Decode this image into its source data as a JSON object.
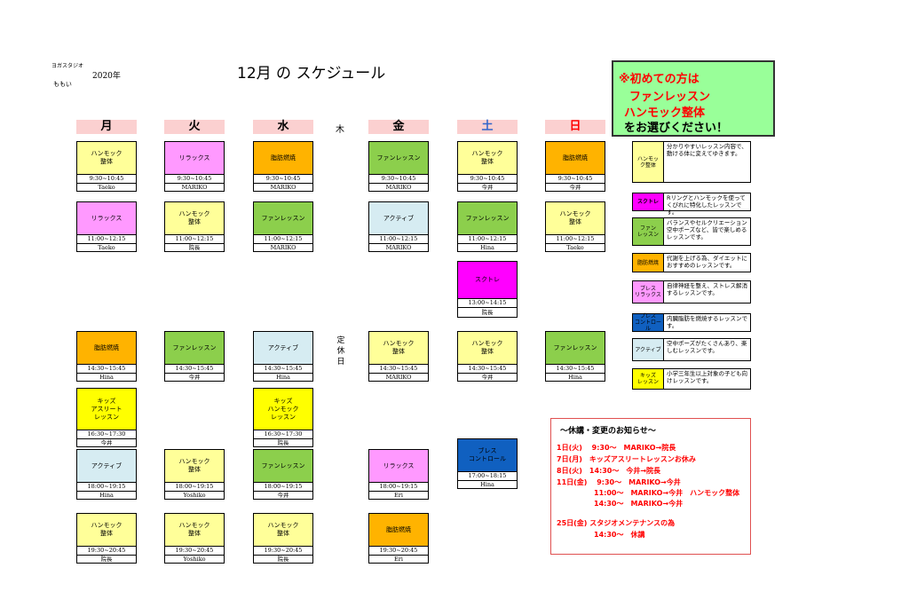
{
  "header": {
    "studio": "ヨガスタジオ",
    "owner": "ももい",
    "year": "2020年",
    "title": "12月 の スケジュール"
  },
  "notice": {
    "mark": "※",
    "line1": "初めての方は",
    "line2": "ファンレッスン",
    "line3": "ハンモック整体",
    "line4": "をお選びください！"
  },
  "days": [
    "月",
    "火",
    "水",
    "木",
    "金",
    "土",
    "日"
  ],
  "closed_label": "定休日",
  "colors": {
    "yellow": "#ffff99",
    "pink": "#ff99ff",
    "orange": "#ffb300",
    "green": "#8ccf4c",
    "lightblue": "#d6ecf2",
    "magenta": "#ff00ff",
    "blue": "#1060c0",
    "brightyellow": "#ffff00"
  },
  "schedule": [
    {
      "c": "ハンモック\n整体",
      "t": "9:30~10:45",
      "i": "Taeko"
    },
    {
      "c": "リラックス",
      "t": "9:30~10:45",
      "i": "MARIKO"
    },
    {
      "c": "脂肪燃焼",
      "t": "9:30~10:45",
      "i": "MARIKO"
    },
    {
      "c": "ファンレッスン",
      "t": "9:30~10:45",
      "i": "MARIKO"
    },
    {
      "c": "ハンモック\n整体",
      "t": "9:30~10:45",
      "i": "今井"
    },
    {
      "c": "脂肪燃焼",
      "t": "9:30~10:45",
      "i": "今井"
    },
    {
      "c": "リラックス",
      "t": "11:00~12:15",
      "i": "Taeko"
    },
    {
      "c": "ハンモック\n整体",
      "t": "11:00~12:15",
      "i": "院長"
    },
    {
      "c": "ファンレッスン",
      "t": "11:00~12:15",
      "i": "MARIKO"
    },
    {
      "c": "アクティブ",
      "t": "11:00~12:15",
      "i": "MARIKO"
    },
    {
      "c": "ファンレッスン",
      "t": "11:00~12:15",
      "i": "Hina"
    },
    {
      "c": "ハンモック\n整体",
      "t": "11:00~12:15",
      "i": "Taeko"
    },
    {
      "c": "スクトレ",
      "t": "13:00~14:15",
      "i": "院長"
    },
    {
      "c": "脂肪燃焼",
      "t": "14:30~15:45",
      "i": "Hina"
    },
    {
      "c": "ファンレッスン",
      "t": "14:30~15:45",
      "i": "今井"
    },
    {
      "c": "アクティブ",
      "t": "14:30~15:45",
      "i": "Hina"
    },
    {
      "c": "ハンモック\n整体",
      "t": "14:30~15:45",
      "i": "MARIKO"
    },
    {
      "c": "ハンモック\n整体",
      "t": "14:30~15:45",
      "i": "今井"
    },
    {
      "c": "ファンレッスン",
      "t": "14:30~15:45",
      "i": "Hina"
    },
    {
      "c": "キッズ\nアスリート\nレッスン",
      "t": "16:30~17:30",
      "i": "今井"
    },
    {
      "c": "キッズ\nハンモック\nレッスン",
      "t": "16:30~17:30",
      "i": "院長"
    },
    {
      "c": "ブレス\nコントロール",
      "t": "17:00~18:15",
      "i": "Hina"
    },
    {
      "c": "アクティブ",
      "t": "18:00~19:15",
      "i": "Hina"
    },
    {
      "c": "ハンモック\n整体",
      "t": "18:00~19:15",
      "i": "Yoshiko"
    },
    {
      "c": "ファンレッスン",
      "t": "18:00~19:15",
      "i": "今井"
    },
    {
      "c": "リラックス",
      "t": "18:00~19:15",
      "i": "Eri"
    },
    {
      "c": "ハンモック\n整体",
      "t": "19:30~20:45",
      "i": "院長"
    },
    {
      "c": "ハンモック\n整体",
      "t": "19:30~20:45",
      "i": "Yoshiko"
    },
    {
      "c": "ハンモック\n整体",
      "t": "19:30~20:45",
      "i": "院長"
    },
    {
      "c": "脂肪燃焼",
      "t": "19:30~20:45",
      "i": "Eri"
    }
  ],
  "legend": [
    {
      "n": "ハンモッ\nク整体",
      "d": "分かりやすいレッスン内容で、動ける体に変えてゆきます。"
    },
    {
      "n": "スクトレ",
      "d": "Rリングとハンモックを使ってくびれに特化したレッスンです。"
    },
    {
      "n": "ファン\nレッスン",
      "d": "バランスやセルクリエーション 空中ポーズなど、皆で楽しめるレッスンです。"
    },
    {
      "n": "脂肪燃焼",
      "d": "代謝を上げる為、ダイエットにおすすめのレッスンです。"
    },
    {
      "n": "ブレス\nリラックス",
      "d": "自律神経を整え、ストレス解消するレッスンです。"
    },
    {
      "n": "ブレス\nコントロール",
      "d": "内臓脂肪を燃焼するレッスンです。"
    },
    {
      "n": "アクティブ",
      "d": "空中ポーズがたくさんあり、楽しむレッスンです。"
    },
    {
      "n": "キッズ\nレッスン",
      "d": "小学三年生以上対象の子ども向けレッスンです。"
    }
  ],
  "info": {
    "head": "～休講・変更のお知らせ～",
    "lines": [
      "1日(火)　 9:30～　MARIKO→院長",
      "7日(月)　キッズアスリートレッスンお休み",
      "8日(火)　14:30～　今井→院長",
      "11日(金)　 9:30～　MARIKO→今井",
      "11:00～　MARIKO→今井　ハンモック整体",
      "14:30～　MARIKO→今井",
      "25日(金) スタジオメンテナンスの為",
      "14:30～　休講"
    ]
  }
}
